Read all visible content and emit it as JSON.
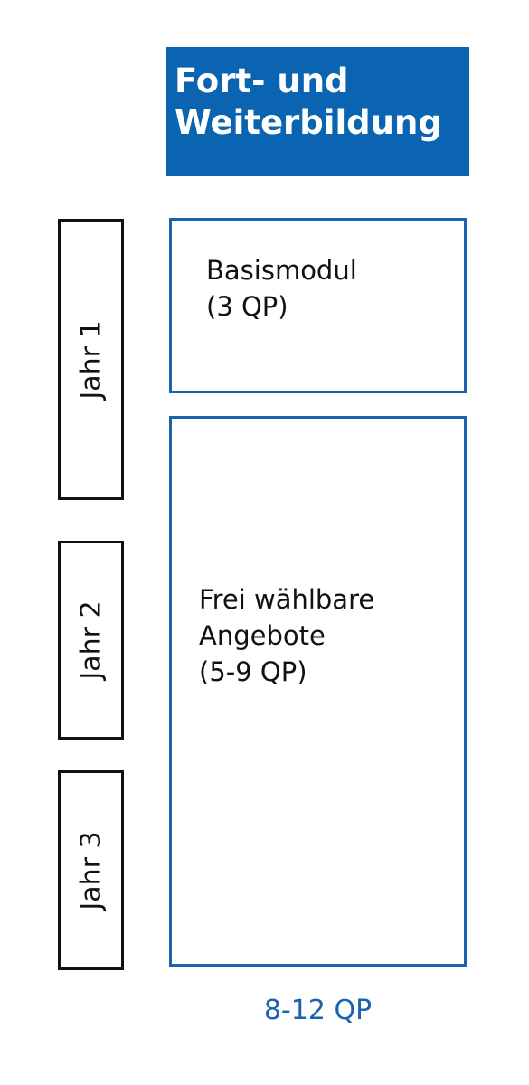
{
  "header": {
    "title_line1": "Fort- und",
    "title_line2": "Weiterbildung"
  },
  "years": [
    {
      "label": "Jahr 1"
    },
    {
      "label": "Jahr 2"
    },
    {
      "label": "Jahr 3"
    }
  ],
  "modules": {
    "basis": {
      "line1": "Basismodul",
      "line2": "(3 QP)"
    },
    "frei": {
      "line1": "Frei wählbare",
      "line2": "Angebote",
      "line3": "(5-9 QP)"
    }
  },
  "total": "8-12 QP",
  "colors": {
    "accent": "#0b64b1",
    "border_blue": "#1a63ad",
    "border_dark": "#111111"
  }
}
